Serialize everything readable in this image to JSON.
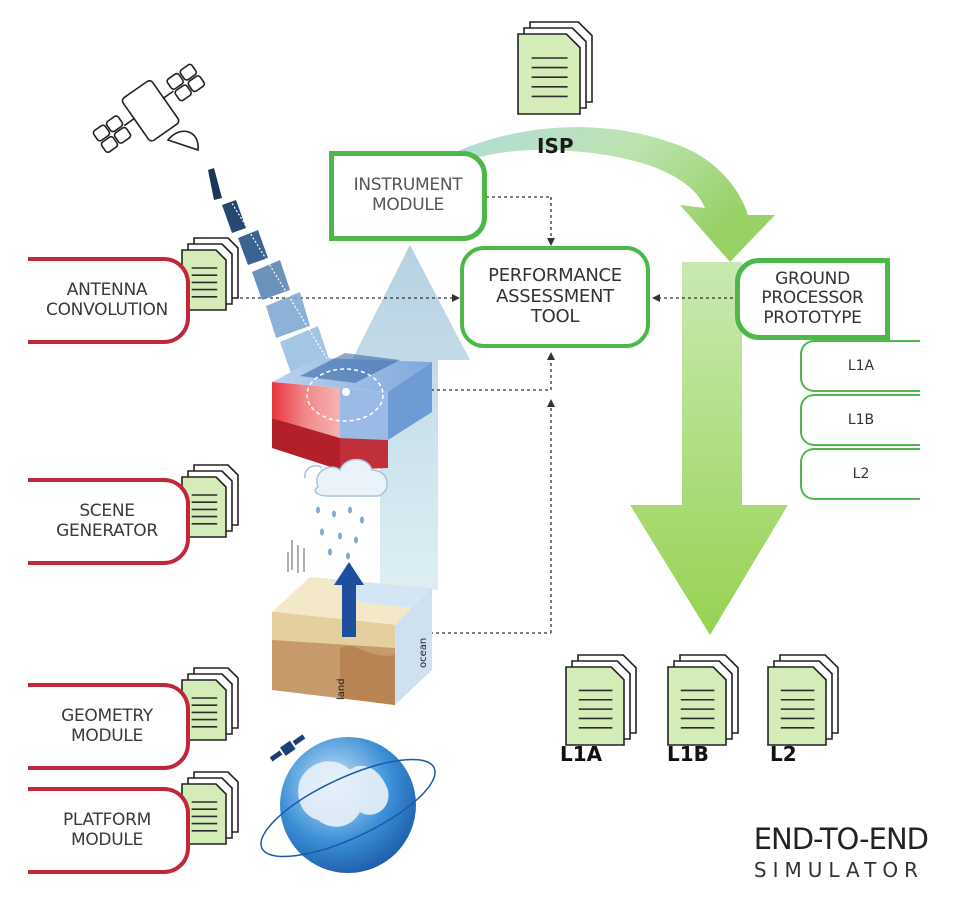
{
  "modules": {
    "antenna": [
      "ANTENNA",
      "CONVOLUTION"
    ],
    "scene": [
      "SCENE",
      "GENERATOR"
    ],
    "geometry": [
      "GEOMETRY",
      "MODULE"
    ],
    "platform": [
      "PLATFORM",
      "MODULE"
    ],
    "instrument": [
      "INSTRUMENT",
      "MODULE"
    ],
    "performance": [
      "PERFORMANCE",
      "ASSESSMENT",
      "TOOL"
    ],
    "ground": [
      "GROUND",
      "PROCESSOR",
      "PROTOTYPE"
    ]
  },
  "isp_label": "ISP",
  "tabs": [
    "L1A",
    "L1B",
    "L2"
  ],
  "outputs": [
    "L1A",
    "L1B",
    "L2"
  ],
  "scene_labels": {
    "land": "land",
    "ocean": "ocean"
  },
  "title": {
    "line1": "END-TO-END",
    "line2": "SIMULATOR"
  },
  "colors": {
    "red": "#c0283a",
    "green": "#4cb848",
    "blue_arrow": "#9fc6dc",
    "green_arrow": "#9bd35a"
  }
}
